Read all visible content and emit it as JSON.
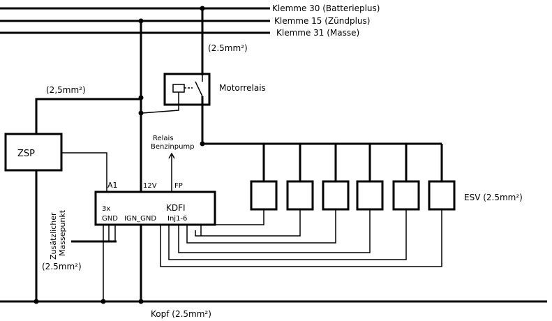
{
  "rails": {
    "klemme30": "Klemme 30 (Batterieplus)",
    "klemme15": "Klemme 15 (Zündplus)",
    "klemme31": "Klemme 31 (Masse)"
  },
  "relay": {
    "label": "Motorrelais",
    "wire_size": "(2.5mm²)"
  },
  "zsp": {
    "label": "ZSP",
    "wire_size": "(2,5mm²)"
  },
  "fuel_pump_relay": {
    "line1": "Relais",
    "line2": "Benzinpump"
  },
  "kdfi": {
    "title": "KDFI",
    "pin_a1": "A1",
    "pin_12v": "12V",
    "pin_fp": "FP",
    "pin_3x": "3x",
    "pin_gnd": "GND",
    "pin_ign_gnd": "IGN_GND",
    "pin_inj": "Inj1-6"
  },
  "extra_ground": {
    "line1": "Zusätzlicher",
    "line2": "Massepunkt",
    "wire_size": "(2.5mm²)"
  },
  "injectors": {
    "label": "ESV (2.5mm²)",
    "count": 6
  },
  "head_ground": {
    "label": "Kopf (2.5mm²)"
  }
}
